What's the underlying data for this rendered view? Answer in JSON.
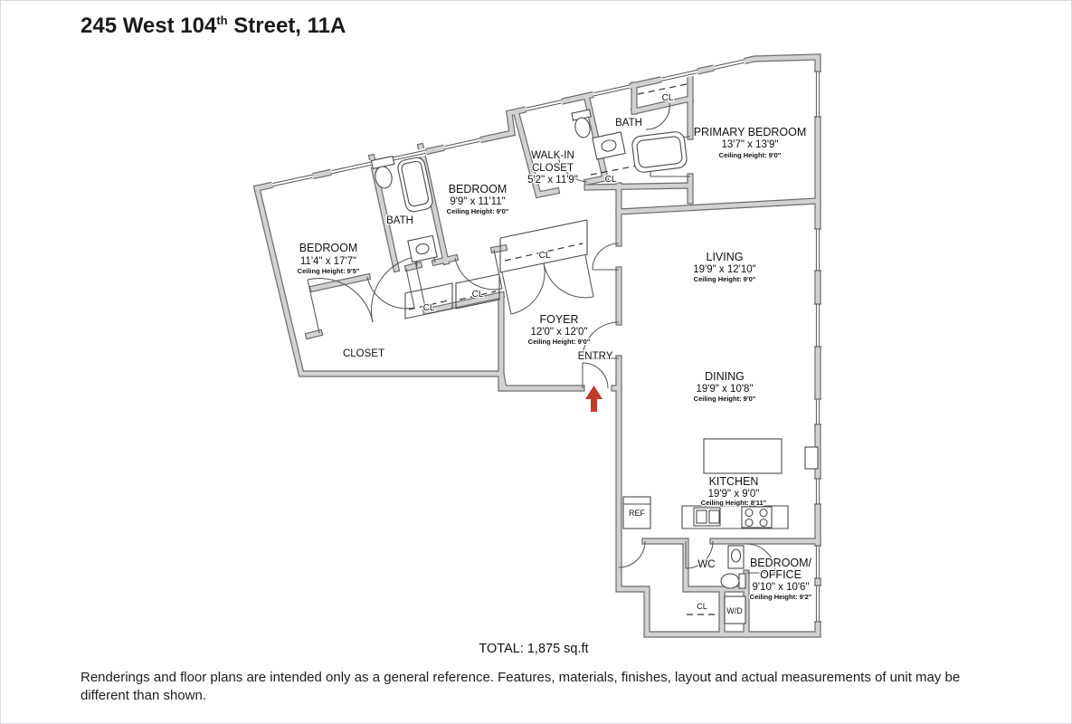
{
  "title": {
    "prefix": "245 West 104",
    "superscript": "th",
    "suffix": " Street, 11A"
  },
  "labels": {
    "cl": "CL",
    "bath": "BATH",
    "closet": "CLOSET",
    "entry": "ENTRY",
    "wc": "WC",
    "ref": "REF",
    "wd": "W/D"
  },
  "rooms": {
    "primary_bedroom": {
      "name": "PRIMARY BEDROOM",
      "dims": "13'7\" x 13'9\"",
      "ceiling": "Ceiling Height: 9'0\""
    },
    "bedroom_mid": {
      "name": "BEDROOM",
      "dims": "9'9\" x 11'11\"",
      "ceiling": "Ceiling Height: 9'0\""
    },
    "bedroom_left": {
      "name": "BEDROOM",
      "dims": "11'4\" x 17'7\"",
      "ceiling": "Ceiling Height: 9'5\""
    },
    "walk_in_closet": {
      "line1": "WALK-IN",
      "line2": "CLOSET",
      "dims": "5'2\" x 11'9\""
    },
    "foyer": {
      "name": "FOYER",
      "dims": "12'0\" x 12'0\"",
      "ceiling": "Ceiling Height: 9'0\""
    },
    "living": {
      "name": "LIVING",
      "dims": "19'9\" x 12'10\"",
      "ceiling": "Ceiling Height: 9'0\""
    },
    "dining": {
      "name": "DINING",
      "dims": "19'9\" x 10'8\"",
      "ceiling": "Ceiling Height: 9'0\""
    },
    "kitchen": {
      "name": "KITCHEN",
      "dims": "19'9\" x 9'0\"",
      "ceiling": "Ceiling Height: 8'11\""
    },
    "bedroom_office": {
      "line1": "BEDROOM/",
      "line2": "OFFICE",
      "dims": "9'10\" x 10'6\"",
      "ceiling": "Ceiling Height: 9'2\""
    }
  },
  "total": "TOTAL: 1,875 sq.ft",
  "disclaimer": "Renderings and floor plans are intended only as a general reference. Features, materials, finishes, layout and actual measurements of unit may be different than shown.",
  "colors": {
    "entry_arrow": "#c23b2a",
    "wall_fill": "#d2d2d2",
    "wall_edge": "#6b6b6b"
  }
}
